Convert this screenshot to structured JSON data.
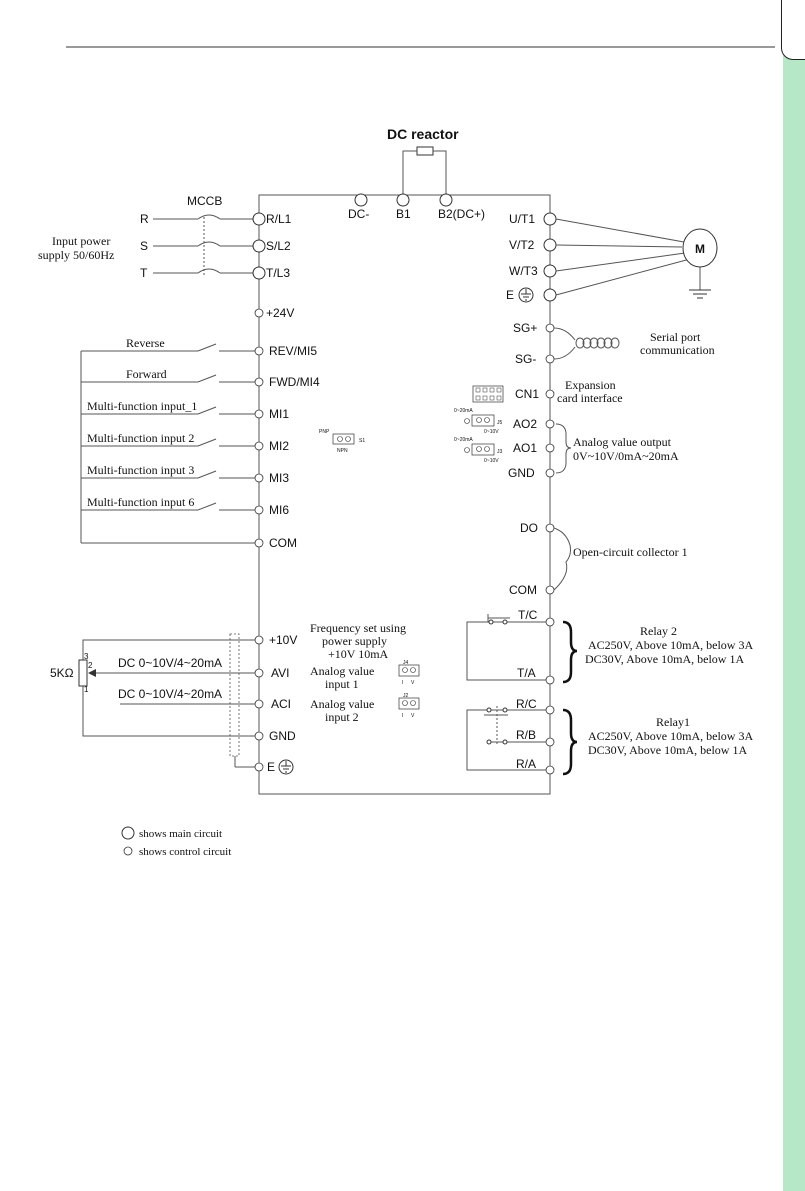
{
  "diagram": {
    "dc_reactor": "DC reactor",
    "dc_terminals": [
      "DC-",
      "B1",
      "B2(DC+)"
    ],
    "mccb": "MCCB",
    "phases": [
      "R",
      "S",
      "T"
    ],
    "input_power": [
      "Input power",
      "supply 50/60Hz"
    ],
    "main_inputs": [
      "R/L1",
      "S/L2",
      "T/L3"
    ],
    "plus24": "+24V",
    "switch_labels": [
      "Reverse",
      "Forward",
      "Multi-function input_1",
      "Multi-function input 2",
      "Multi-function input 3",
      "Multi-function input 6"
    ],
    "di_terminals": [
      "REV/MI5",
      "FWD/MI4",
      "MI1",
      "MI2",
      "MI3",
      "MI6"
    ],
    "com": "COM",
    "jumper_s1": {
      "pnp": "PNP",
      "npn": "NPN",
      "name": "S1"
    },
    "pot": {
      "value": "5KΩ",
      "pins": [
        "3",
        "2",
        "1"
      ]
    },
    "analog_terminals": [
      "+10V",
      "AVI",
      "ACI",
      "GND",
      "E"
    ],
    "dc_input_label": "DC  0~10V/4~20mA",
    "freq_set": [
      "Frequency  set  using",
      "power  supply",
      "+10V  10mA"
    ],
    "analog_in_1": [
      "Analog value",
      "input 1"
    ],
    "analog_in_2": [
      "Analog value",
      "input 2"
    ],
    "j4": {
      "name": "J4",
      "i": "I",
      "v": "V"
    },
    "j2": {
      "name": "J2",
      "i": "I",
      "v": "V"
    },
    "outputs": [
      "U/T1",
      "V/T2",
      "W/T3",
      "E"
    ],
    "motor": "M",
    "sg": [
      "SG+",
      "SG-"
    ],
    "serial": [
      "Serial port",
      "communication"
    ],
    "cn1": "CN1",
    "expansion": [
      "Expansion",
      "card interface"
    ],
    "ao_terminals": [
      "AO2",
      "AO1",
      "GND"
    ],
    "j5": {
      "name": "J5",
      "ma": "0~20mA",
      "v": "0~10V"
    },
    "j3": {
      "name": "J3",
      "ma": "0~20mA",
      "v": "0~10V"
    },
    "analog_out": [
      "Analog value output",
      "0V~10V/0mA~20mA"
    ],
    "do_terminals": [
      "DO",
      "COM"
    ],
    "open_collector": "Open-circuit collector 1",
    "relay2_terminals": [
      "T/C",
      "T/A"
    ],
    "relay2": [
      "Relay  2",
      "AC250V, Above 10mA, below 3A",
      "DC30V,  Above 10mA,  below  1A"
    ],
    "relay1_terminals": [
      "R/C",
      "R/B",
      "R/A"
    ],
    "relay1": [
      "Relay1",
      "AC250V, Above 10mA, below 3A",
      "DC30V, Above 10mA, below 1A"
    ],
    "legend": [
      "shows main circuit",
      "shows control circuit"
    ]
  }
}
